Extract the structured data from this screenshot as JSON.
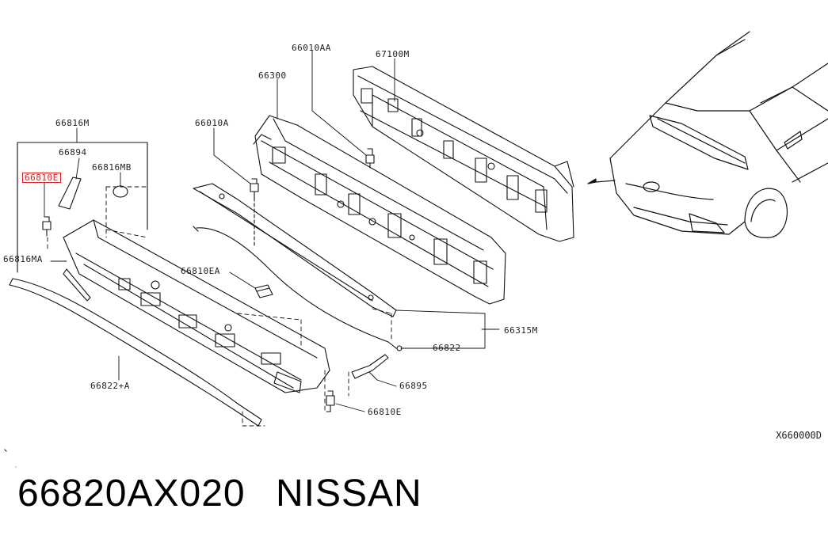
{
  "labels": {
    "l66010AA": "66010AA",
    "l67100M": "67100M",
    "l66300": "66300",
    "l66010A": "66010A",
    "l66816M": "66816M",
    "l66894": "66894",
    "l66816MB": "66816MB",
    "l66810E_hl": "66810E",
    "l66816MA": "66816MA",
    "l66810EA": "66810EA",
    "l66315M": "66315M",
    "l66822": "66822",
    "l66895": "66895",
    "l66810E": "66810E",
    "l66822A": "66822+A"
  },
  "ref_code": "X660000D",
  "caption": {
    "part_number": "66820AX020",
    "brand": "NISSAN"
  },
  "colors": {
    "line": "#111111",
    "highlight": "#e02020"
  }
}
